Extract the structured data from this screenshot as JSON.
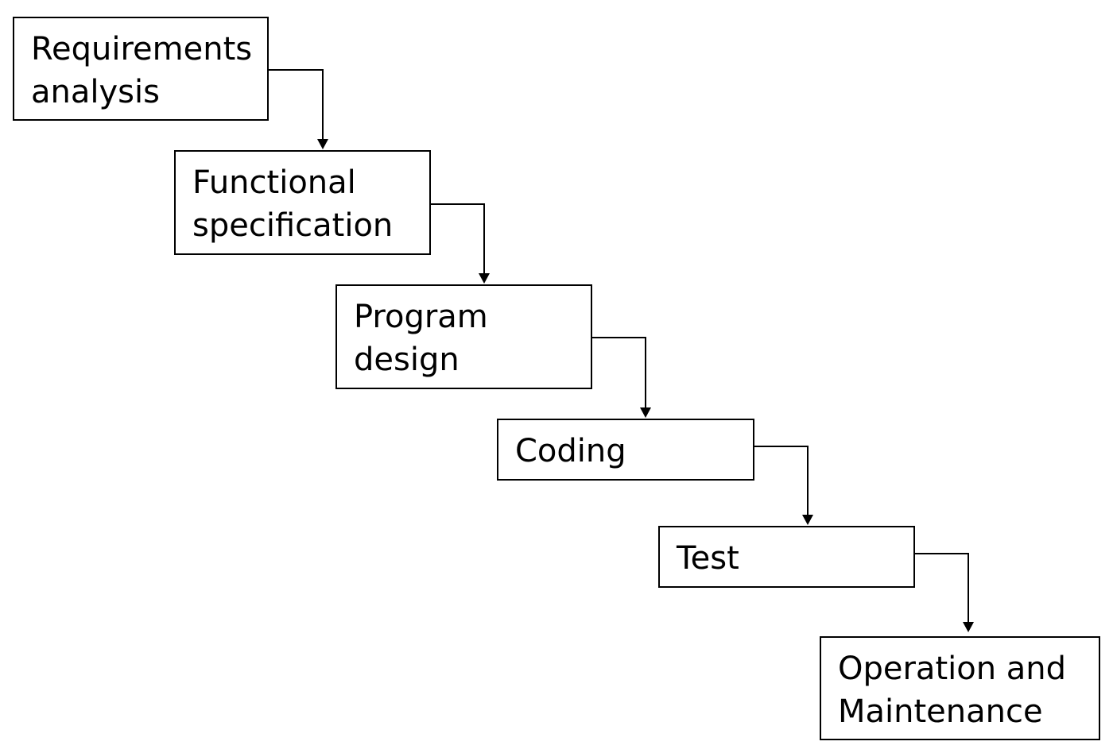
{
  "diagram": {
    "stages": [
      {
        "id": "requirements-analysis",
        "lines": [
          "Requirements",
          "analysis"
        ]
      },
      {
        "id": "functional-specification",
        "lines": [
          "Functional",
          "specification"
        ]
      },
      {
        "id": "program-design",
        "lines": [
          "Program",
          "design"
        ]
      },
      {
        "id": "coding",
        "lines": [
          "Coding"
        ]
      },
      {
        "id": "test",
        "lines": [
          "Test"
        ]
      },
      {
        "id": "operation-and-maintenance",
        "lines": [
          "Operation and",
          "Maintenance"
        ]
      }
    ],
    "colors": {
      "stroke": "#000000",
      "fill": "#ffffff",
      "text": "#000000"
    }
  }
}
